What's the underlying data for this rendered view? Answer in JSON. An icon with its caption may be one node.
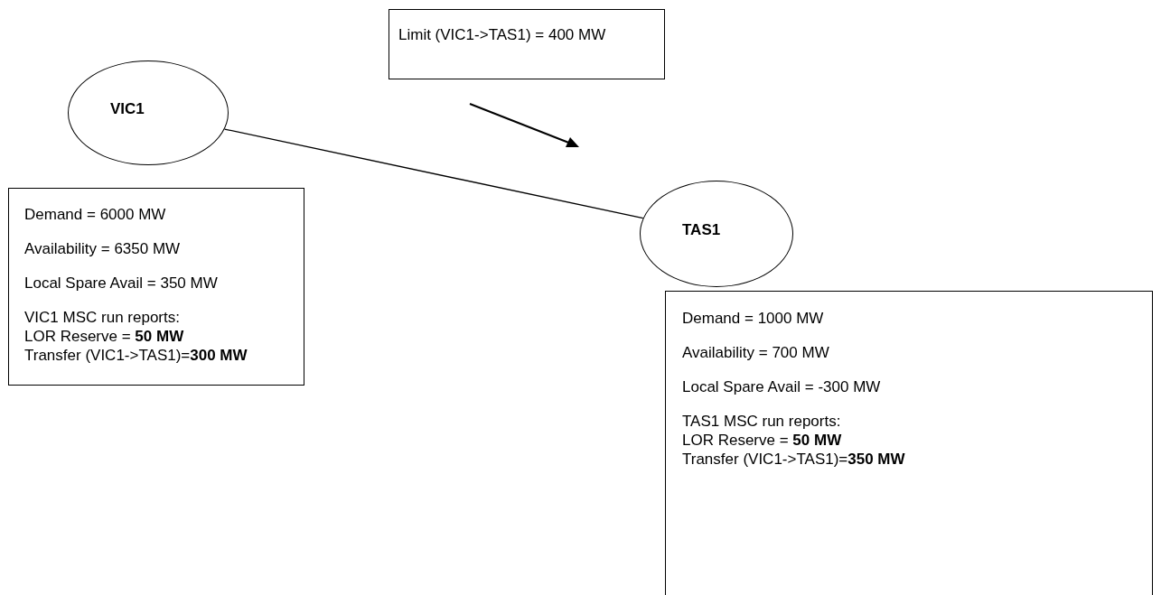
{
  "diagram": {
    "nodes": [
      {
        "text": [
          "VIC1"
        ]
      },
      {
        "text": [
          "TAS1"
        ]
      },
      {
        "text": [
          "Limit (VIC1->TAS1) = 400 MW"
        ]
      },
      {
        "text": [
          "Demand = 6000 MW",
          "Availability = 6350 MW",
          "Local Spare Avail = 350 MW",
          "VIC1 MSC run reports:",
          "LOR Reserve = **50 MW**",
          "Transfer (VIC1->TAS1)=**300 MW**"
        ]
      },
      {
        "text": [
          "Demand = 1000 MW",
          "Availability = 700 MW",
          "Local Spare Avail = -300 MW",
          "TAS1 MSC run reports:",
          "LOR Reserve = **50 MW**",
          "Transfer (VIC1->TAS1)=**350 MW**"
        ]
      }
    ],
    "edges": [
      {
        "from": 0,
        "to": 1,
        "arrow": "none"
      }
    ]
  }
}
